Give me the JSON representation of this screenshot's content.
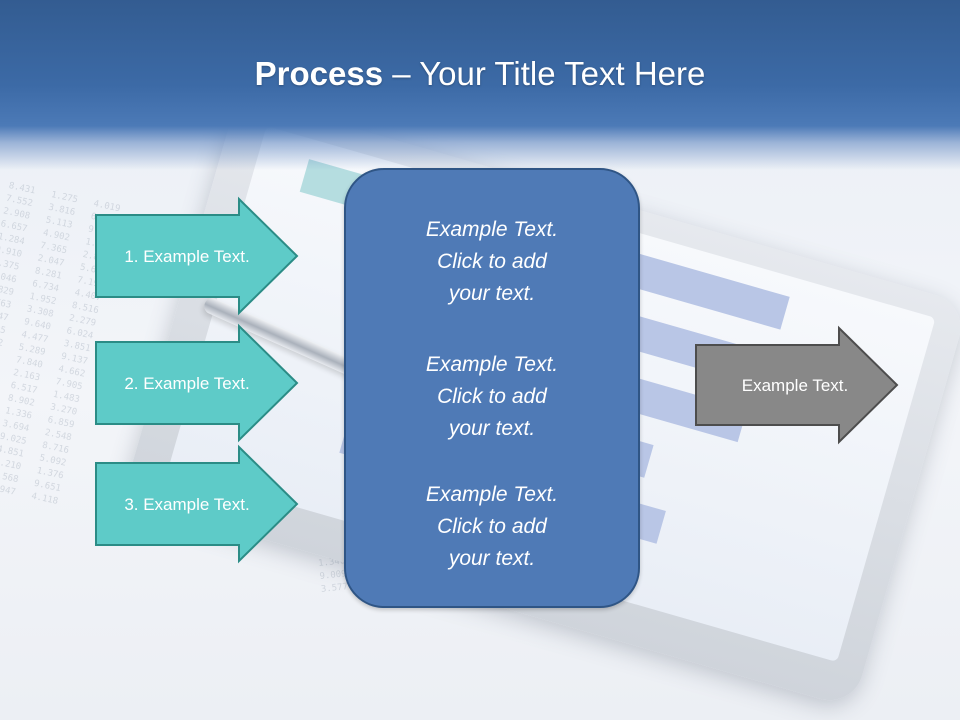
{
  "title": {
    "bold": "Process",
    "rest": " – Your Title Text Here"
  },
  "left_arrows": [
    {
      "label": "1. Example Text."
    },
    {
      "label": "2. Example Text."
    },
    {
      "label": "3. Example Text."
    }
  ],
  "center_blocks": [
    {
      "lines": [
        "Example Text.",
        "Click  to add",
        "your text."
      ]
    },
    {
      "lines": [
        "Example Text.",
        "Click  to add",
        "your text."
      ]
    },
    {
      "lines": [
        "Example Text.",
        "Click  to add",
        "your text."
      ]
    }
  ],
  "right_arrow": {
    "label": "Example Text."
  },
  "colors": {
    "header": "#3c6aa6",
    "teal_arrow": "#5ecbc8",
    "teal_border": "#2b8c86",
    "center_box": "#4f7ab6",
    "center_border": "#2f5585",
    "gray_arrow": "#888888",
    "gray_border": "#4d4d4d"
  }
}
